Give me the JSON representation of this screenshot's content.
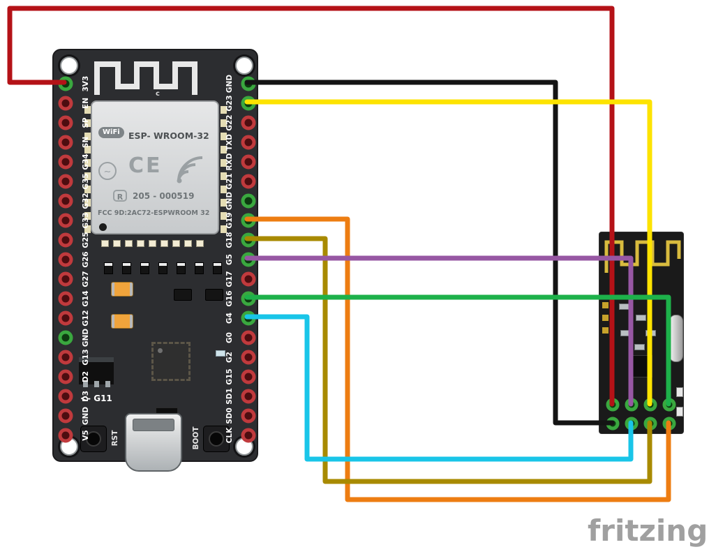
{
  "app": {
    "watermark": "fritzing"
  },
  "esp32": {
    "module": {
      "wifi_logo": "WiFi",
      "model": "ESP- WROOM-32",
      "ce_mark": "CE",
      "r_label": "R",
      "r_number": "205 - 000519",
      "fcc_line": "FCC 9D:2AC72-ESPWROOM 32"
    },
    "silkscreen": {
      "c": "c",
      "g11_note": "<- G11",
      "rst": "RST",
      "boot": "BOOT"
    },
    "left_pins": [
      "3V3",
      "EN",
      "SP",
      "SN",
      "G34",
      "G35",
      "G32",
      "G33",
      "G25",
      "G26",
      "G27",
      "G14",
      "G12",
      "GND",
      "G13",
      "D2",
      "D3",
      "GND",
      "V5"
    ],
    "right_pins": [
      "GND",
      "G23",
      "G22",
      "TXD",
      "RXD",
      "G21",
      "GND",
      "G19",
      "G18",
      "G5",
      "G17",
      "G16",
      "G4",
      "G0",
      "G2",
      "G15",
      "SD1",
      "SD0",
      "CLK"
    ],
    "left_connected": [
      0,
      13
    ],
    "right_connected": [
      0,
      1,
      6,
      7,
      8,
      9,
      11,
      12
    ]
  },
  "nrf24": {
    "header_pins": 8
  },
  "wires": [
    {
      "id": "black",
      "color": "#141414",
      "from": "ESP32 GND",
      "to": "NRF24L01 header"
    },
    {
      "id": "red",
      "color": "#b41217",
      "from": "ESP32 3V3",
      "to": "NRF24L01 header"
    },
    {
      "id": "yellow",
      "color": "#fde300",
      "from": "ESP32 G23",
      "to": "NRF24L01 header"
    },
    {
      "id": "orange",
      "color": "#ed7d12",
      "from": "ESP32 G19",
      "to": "NRF24L01 header"
    },
    {
      "id": "olive",
      "color": "#a88a00",
      "from": "ESP32 G18",
      "to": "NRF24L01 header"
    },
    {
      "id": "purple",
      "color": "#9757a3",
      "from": "ESP32 G5",
      "to": "NRF24L01 header"
    },
    {
      "id": "cyan",
      "color": "#19c5e8",
      "from": "ESP32 G4",
      "to": "NRF24L01 header"
    },
    {
      "id": "green",
      "color": "#1db14a",
      "from": "ESP32 G16",
      "to": "NRF24L01 header"
    }
  ]
}
